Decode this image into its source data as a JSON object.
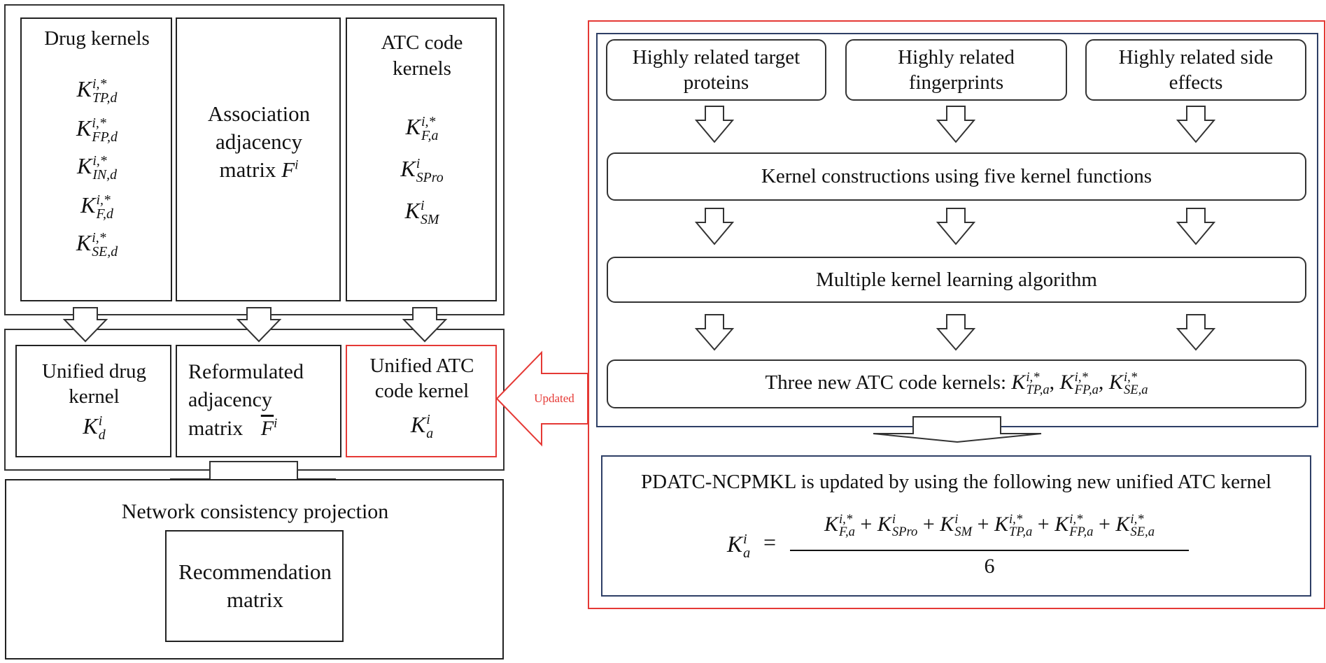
{
  "left_panel": {
    "drug_kernels": {
      "title": "Drug kernels",
      "kernels": [
        {
          "base": "K",
          "sup": "i,*",
          "sub": "TP,d"
        },
        {
          "base": "K",
          "sup": "i,*",
          "sub": "FP,d"
        },
        {
          "base": "K",
          "sup": "i,*",
          "sub": "IN,d"
        },
        {
          "base": "K",
          "sup": "i,*",
          "sub": "F,d"
        },
        {
          "base": "K",
          "sup": "i,*",
          "sub": "SE,d"
        }
      ]
    },
    "association": {
      "line1": "Association",
      "line2": "adjacency",
      "line3": "matrix",
      "symbol_base": "F",
      "symbol_sup": "i"
    },
    "atc_kernels": {
      "title_line1": "ATC code",
      "title_line2": "kernels",
      "kernels": [
        {
          "base": "K",
          "sup": "i,*",
          "sub": "F,a"
        },
        {
          "base": "K",
          "sup": "i",
          "sub": "SPro"
        },
        {
          "base": "K",
          "sup": "i",
          "sub": "SM"
        }
      ]
    },
    "unified_drug": {
      "line1": "Unified drug",
      "line2": "kernel",
      "symbol": {
        "base": "K",
        "sup": "i",
        "sub": "d"
      }
    },
    "reformulated": {
      "line1": "Reformulated",
      "line2": "adjacency",
      "line3": "matrix",
      "symbol_base": "F",
      "symbol_sup": "i"
    },
    "unified_atc": {
      "line1": "Unified ATC",
      "line2": "code kernel",
      "symbol": {
        "base": "K",
        "sup": "i",
        "sub": "a"
      }
    },
    "ncp": {
      "title": "Network consistency projection",
      "inner_line1": "Recommendation",
      "inner_line2": "matrix"
    }
  },
  "update_arrow_label": "Updated",
  "right_panel": {
    "top_boxes": [
      {
        "line1": "Highly related target",
        "line2": "proteins"
      },
      {
        "line1": "Highly related",
        "line2": "fingerprints"
      },
      {
        "line1": "Highly related side",
        "line2": "effects"
      }
    ],
    "kernel_construction": "Kernel constructions using five kernel functions",
    "mkl": "Multiple kernel learning algorithm",
    "three_new_label": "Three new ATC code kernels:",
    "three_new_kernels": [
      {
        "base": "K",
        "sup": "i,*",
        "sub": "TP,a"
      },
      {
        "base": "K",
        "sup": "i,*",
        "sub": "FP,a"
      },
      {
        "base": "K",
        "sup": "i,*",
        "sub": "SE,a"
      }
    ],
    "update_text": "PDATC-NCPMKL is updated by using the following new unified ATC kernel",
    "formula": {
      "lhs": {
        "base": "K",
        "sup": "i",
        "sub": "a"
      },
      "numerator_terms": [
        {
          "base": "K",
          "sup": "i,*",
          "sub": "F,a"
        },
        {
          "base": "K",
          "sup": "i",
          "sub": "SPro"
        },
        {
          "base": "K",
          "sup": "i",
          "sub": "SM"
        },
        {
          "base": "K",
          "sup": "i,*",
          "sub": "TP,a"
        },
        {
          "base": "K",
          "sup": "i,*",
          "sub": "FP,a"
        },
        {
          "base": "K",
          "sup": "i,*",
          "sub": "SE,a"
        }
      ],
      "denominator": "6"
    }
  },
  "colors": {
    "update_red": "#e53935",
    "frame_dark": "#222222",
    "inner_navy": "#2e3f66"
  }
}
